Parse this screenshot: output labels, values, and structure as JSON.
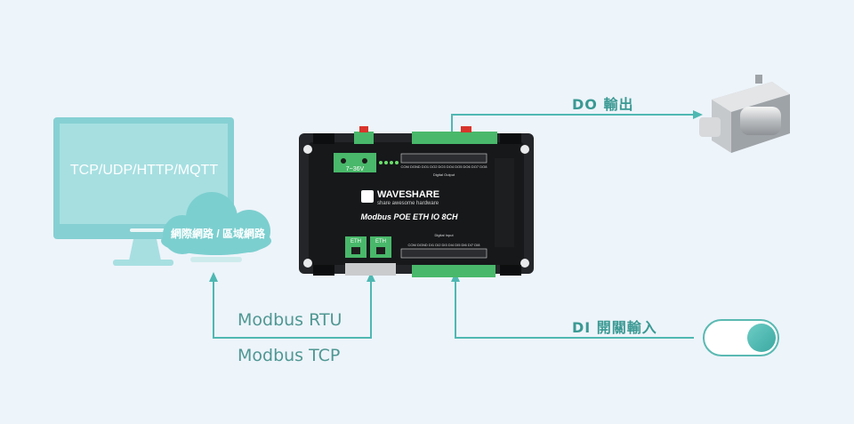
{
  "monitor": {
    "label": "TCP/UDP/HTTP/MQTT"
  },
  "cloud": {
    "label": "網際網路 / 區域網路"
  },
  "device": {
    "brand": "WAVESHARE",
    "tagline": "share awesome hardware",
    "model": "Modbus POE ETH IO 8CH",
    "power_label": "7~36V",
    "eth_port_label": "ETH",
    "digital_output_label": "Digital Output",
    "digital_output_pins": "COM DGND DO1 DO2 DO3 DO4 DO5 DO6 DO7 DO8",
    "digital_input_label": "Digital Input",
    "digital_input_pins": "COM DGND DI1 DI2 DI3 DI4 DI5 DI6 DI7 DI8"
  },
  "protocols": [
    "Modbus RTU",
    "Modbus TCP"
  ],
  "outputs": {
    "do_label": "DO 輸出",
    "di_label": "DI 開關輸入"
  },
  "colors": {
    "accent": "#4fb8b2",
    "screen": "#99d7d9",
    "device_body": "#1f2124",
    "terminal_green": "#49b86a",
    "background": "#edf4fa"
  }
}
